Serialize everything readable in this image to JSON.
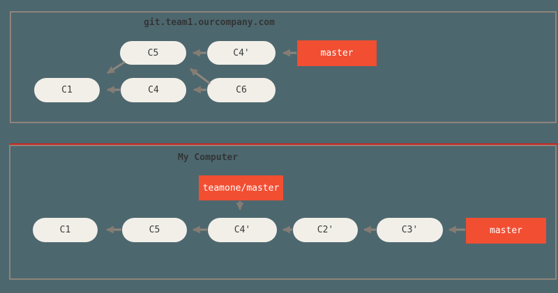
{
  "colors": {
    "background": "#4d676e",
    "panel_border": "#8e857c",
    "node_fill": "#f2efe9",
    "node_text": "#383b3a",
    "ref_fill": "#f14e32",
    "ref_text": "#ffffff",
    "arrow": "#8e857c",
    "red_divider": "#cf241f",
    "title_text": "#333536"
  },
  "top_panel": {
    "title": "git.team1.ourcompany.com",
    "nodes": [
      {
        "id": "C5",
        "label": "C5"
      },
      {
        "id": "C4p",
        "label": "C4'"
      },
      {
        "id": "C1",
        "label": "C1"
      },
      {
        "id": "C4",
        "label": "C4"
      },
      {
        "id": "C6",
        "label": "C6"
      }
    ],
    "refs": [
      {
        "id": "master",
        "label": "master"
      }
    ],
    "edges": [
      {
        "from": "C4'",
        "to": "C5"
      },
      {
        "from": "master",
        "to": "C4'"
      },
      {
        "from": "C5",
        "to": "C1"
      },
      {
        "from": "C4",
        "to": "C1"
      },
      {
        "from": "C6",
        "to": "C4"
      },
      {
        "from": "C6",
        "to": "C5"
      }
    ]
  },
  "bottom_panel": {
    "title": "My Computer",
    "nodes": [
      {
        "id": "C1",
        "label": "C1"
      },
      {
        "id": "C5",
        "label": "C5"
      },
      {
        "id": "C4p",
        "label": "C4'"
      },
      {
        "id": "C2p",
        "label": "C2'"
      },
      {
        "id": "C3p",
        "label": "C3'"
      }
    ],
    "refs": [
      {
        "id": "teamone-master",
        "label": "teamone/master"
      },
      {
        "id": "master",
        "label": "master"
      }
    ],
    "edges": [
      {
        "from": "C5",
        "to": "C1"
      },
      {
        "from": "C4'",
        "to": "C5"
      },
      {
        "from": "C2'",
        "to": "C4'"
      },
      {
        "from": "C3'",
        "to": "C2'"
      },
      {
        "from": "master",
        "to": "C3'"
      },
      {
        "from": "teamone/master",
        "to": "C4'"
      }
    ]
  }
}
